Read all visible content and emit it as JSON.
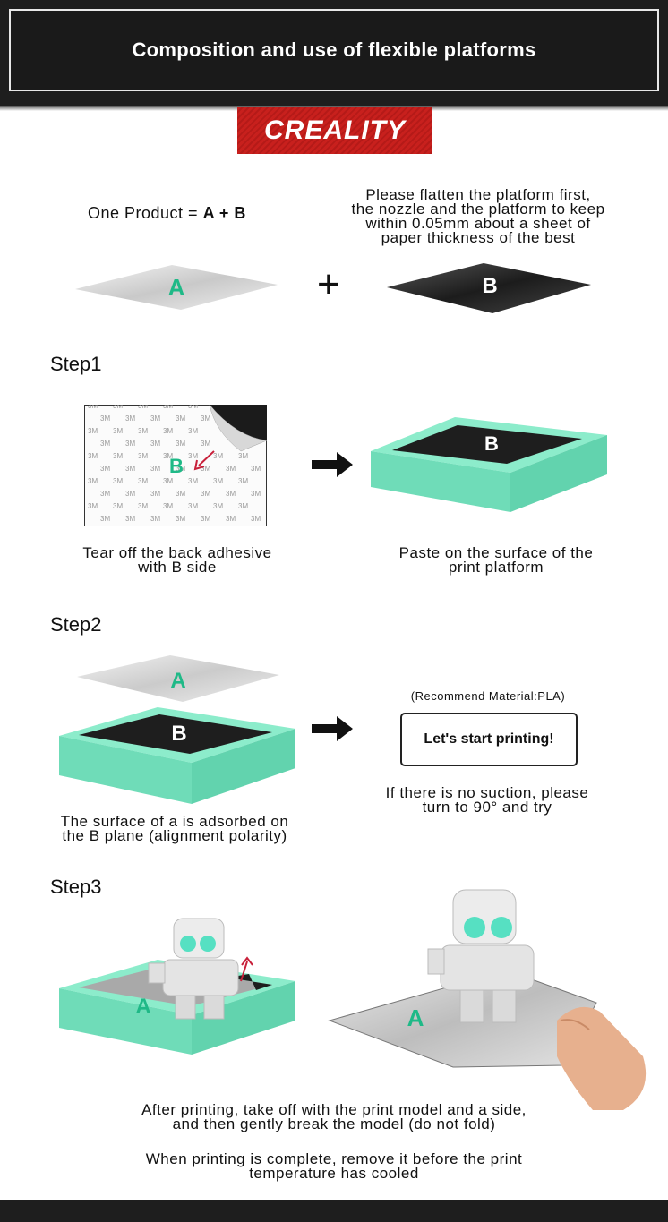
{
  "header": {
    "title": "Composition and use of flexible platforms"
  },
  "logo": {
    "text": "CREALITY"
  },
  "intro": {
    "one_product_label": "One  Product = ",
    "one_product_formula": "A + B",
    "note_line1": "Please flatten the platform first,",
    "note_line2": "the nozzle and the platform to keep",
    "note_line3": "within 0.05mm about a sheet of",
    "note_line4": "paper thickness of the best",
    "sheet_a_label": "A",
    "sheet_b_label": "B",
    "plus": "+"
  },
  "step1": {
    "title": "Step1",
    "sheet_label": "B",
    "backing_mark": "3M",
    "platform_label": "B",
    "caption_left_line1": "Tear off the back adhesive",
    "caption_left_line2": "with B side",
    "caption_right_line1": "Paste on the surface of the",
    "caption_right_line2": "print platform"
  },
  "step2": {
    "title": "Step2",
    "sheet_a_label": "A",
    "platform_label": "B",
    "recommend": "(Recommend  Material:PLA)",
    "start_button": "Let's start printing!",
    "caption_right_line1": "If there is no suction, please",
    "caption_right_line2": "turn to 90° and try",
    "caption_left_line1": "The surface of a is adsorbed on",
    "caption_left_line2": "the B plane (alignment polarity)"
  },
  "step3": {
    "title": "Step3",
    "platform_label": "A",
    "sheet_label": "A",
    "caption1_line1": "After printing, take off with the print model and a side,",
    "caption1_line2": "and then gently break the model (do not fold)",
    "caption2_line1": "When printing is complete, remove it before the print",
    "caption2_line2": "temperature has cooled"
  },
  "colors": {
    "accent_green": "#1fb987",
    "platform_green": "#7fe6c4",
    "brand_red": "#c8201d",
    "dark": "#1e1e1e"
  }
}
